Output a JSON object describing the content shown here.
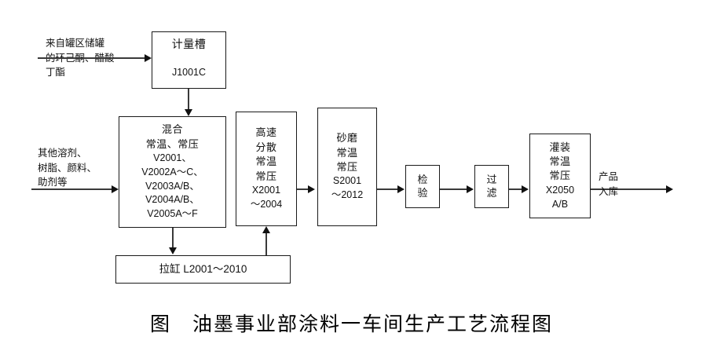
{
  "figure": {
    "caption": "图　油墨事业部涂料一车间生产工艺流程图"
  },
  "inputs": {
    "tank_feed": "来自罐区储罐\n的环己酮、醋酸\n丁酯",
    "other_feed": "其他溶剂、\n树脂、颜料、\n助剂等"
  },
  "outputs": {
    "product": "产品\n入库"
  },
  "boxes": {
    "metering": {
      "name": "计量槽",
      "tag": "J1001C"
    },
    "mixing": {
      "line1": "混合",
      "line2": "常温、常压",
      "line3": "V2001、",
      "line4": "V2002A～C、",
      "line5": "V2003A/B、",
      "line6": "V2004A/B、",
      "line7": "V2005A～F"
    },
    "dispersion": {
      "line1": "高速",
      "line2": "分散",
      "line3": "常温",
      "line4": "常压",
      "line5": "X2001",
      "line6": "～2004"
    },
    "sandmill": {
      "line1": "砂磨",
      "line2": "常温",
      "line3": "常压",
      "line4": "S2001",
      "line5": "～2012"
    },
    "inspection": {
      "line1": "检",
      "line2": "验"
    },
    "filter": {
      "line1": "过",
      "line2": "滤"
    },
    "filling": {
      "line1": "灌装",
      "line2": "常温",
      "line3": "常压",
      "line4": "X2050",
      "line5": "A/B"
    },
    "letdown": {
      "text": "拉缸 L2001～2010"
    }
  },
  "colors": {
    "line": "#3a3a3a",
    "border": "#1a1a1a",
    "text": "#111111",
    "background": "#ffffff"
  }
}
